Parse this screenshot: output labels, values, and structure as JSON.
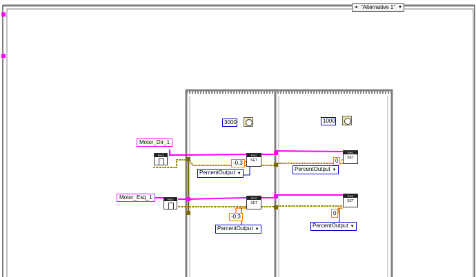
{
  "case_selector": {
    "value": "\"Alternative 1\"",
    "prev_arrow": "◂",
    "next_arrow": "▾"
  },
  "motor_labels": {
    "dir": "Motor_Dir_1",
    "esq": "Motor_Esq_1"
  },
  "frame1": {
    "wait_ms": "3000",
    "dir_value": "-0,3",
    "esq_value": "-0,3",
    "dir_mode": "PercentOutput",
    "esq_mode": "PercentOutput"
  },
  "frame2": {
    "wait_ms": "1000",
    "dir_value": "0",
    "esq_value": "0",
    "dir_mode": "PercentOutput",
    "esq_mode": "PercentOutput"
  },
  "node_texts": {
    "set": "SET",
    "header": "PHO"
  },
  "colors": {
    "refnum_wire": "#ff00ff",
    "error_wire": "#7a6a00",
    "numeric": "#ff8000",
    "enum": "#0000cc",
    "frame": "#808080"
  },
  "icons": [
    "wait-icon",
    "refnum-icon",
    "set-property-icon",
    "dropdown-arrow-icon"
  ]
}
